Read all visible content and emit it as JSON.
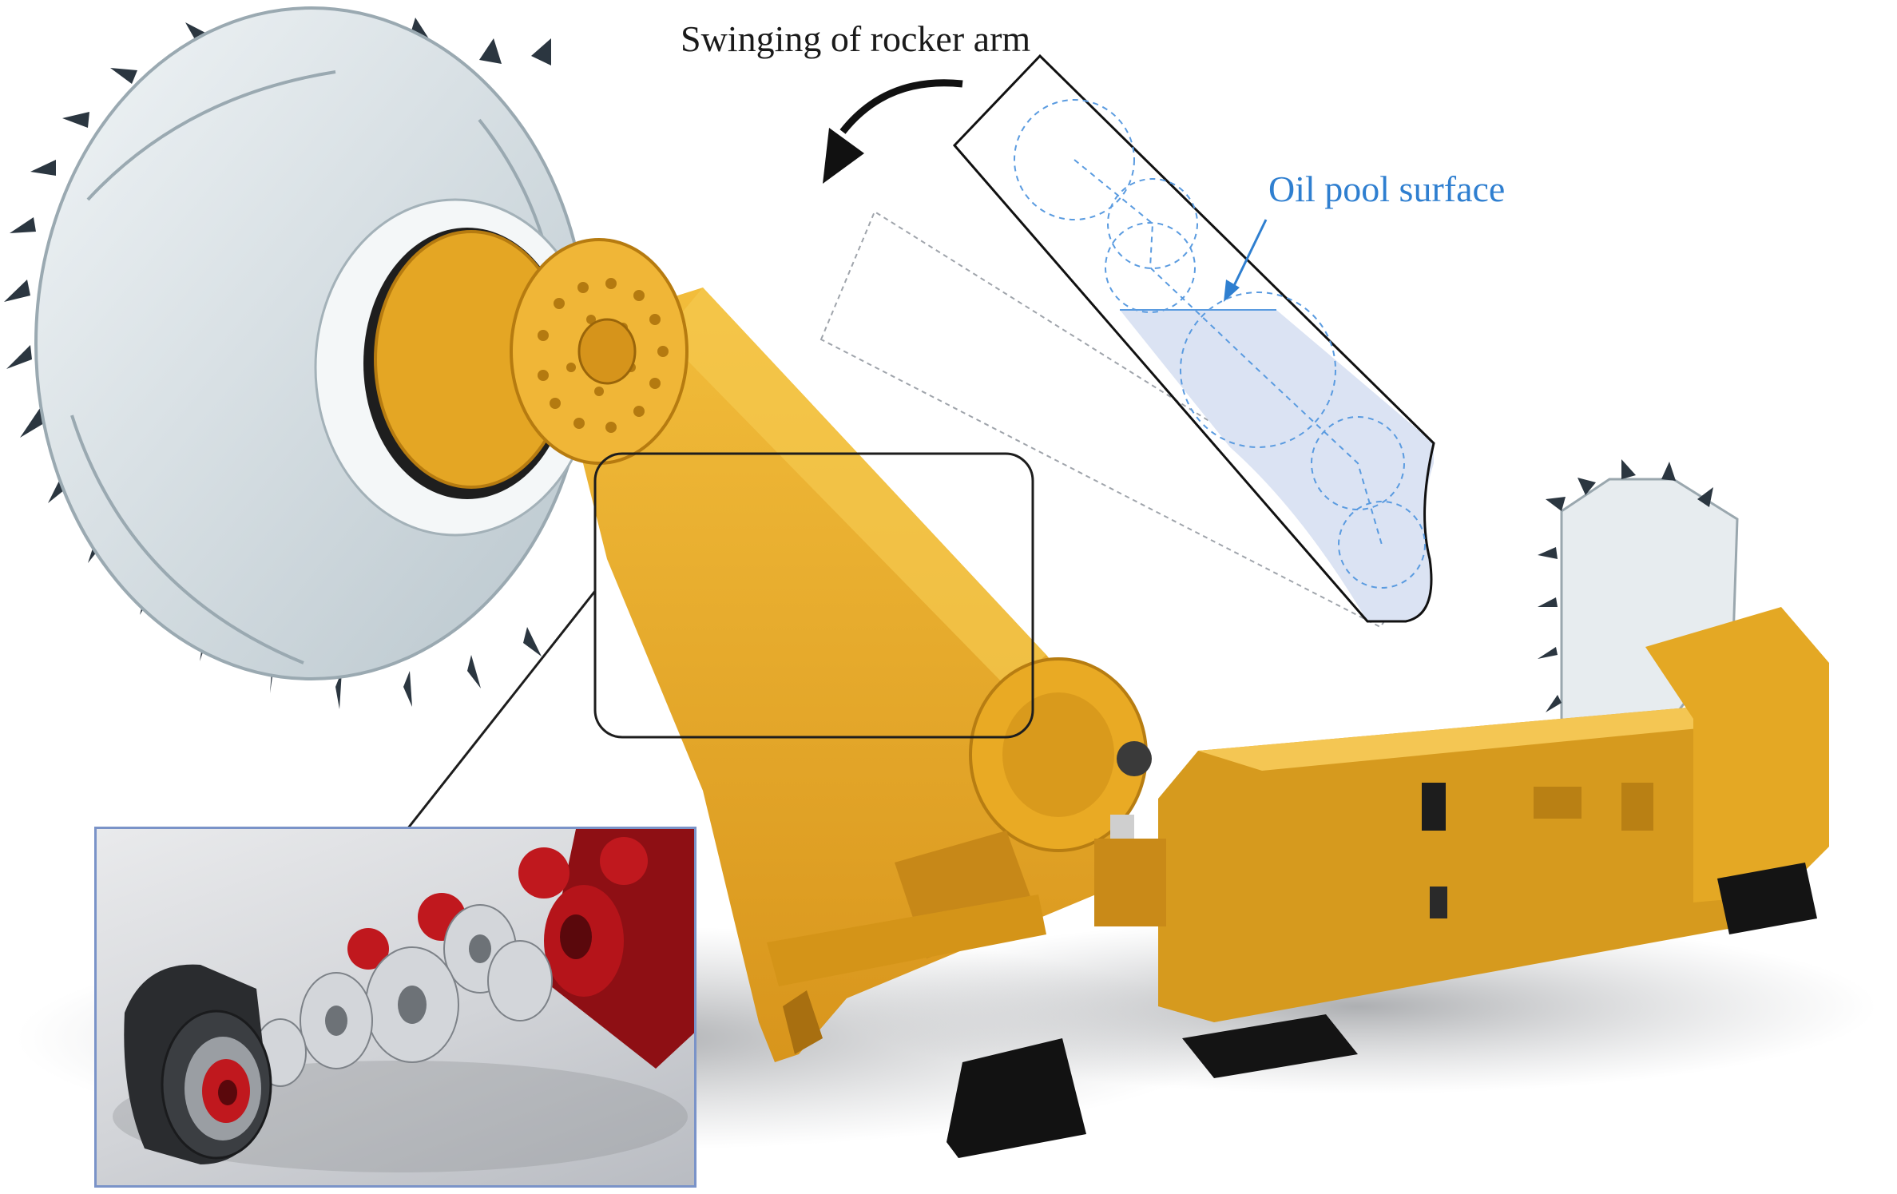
{
  "labels": {
    "swing": "Swinging of  rocker arm",
    "oil_pool": "Oil pool surface"
  },
  "colors": {
    "machine_body": "#e8a922",
    "machine_shade": "#c7871a",
    "drum": "#dfe6ea",
    "pick": "#2b3640",
    "oil_fill": "#dbe3f3",
    "dashed_circle": "#5a9be0",
    "label_blue": "#2f7fd0",
    "inset_border": "#7a93c8",
    "gear_red": "#c0181e",
    "gear_silver": "#cfd2d6"
  },
  "elements": {
    "cutting_drum": "cutting-drum",
    "rocker_arm": "rocker-arm",
    "machine_body": "shearer-body",
    "rear_drum": "rear-cutting-drum",
    "gear_train_inset": "gear-train-inset",
    "swing_arrow": "curved-arrow-icon"
  }
}
